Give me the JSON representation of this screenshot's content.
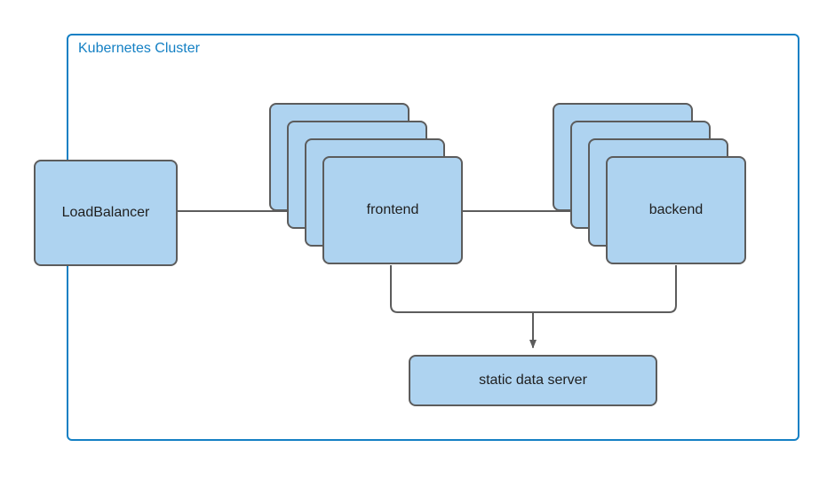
{
  "diagram": {
    "title_label": "Kubernetes Cluster",
    "colors": {
      "cluster_border": "#1480c4",
      "cluster_label_text": "#1480c4",
      "node_fill": "#aed3f0",
      "node_border": "#5c5c5c",
      "node_text": "#1f1f1f",
      "connector": "#5c5c5c",
      "background": "#ffffff"
    },
    "nodes": [
      {
        "id": "loadbalancer",
        "label": "LoadBalancer",
        "shape": "rounded-rect",
        "replicas": 1,
        "inside_cluster": false
      },
      {
        "id": "frontend",
        "label": "frontend",
        "shape": "stacked-rounded-rect",
        "replicas": 4,
        "inside_cluster": true
      },
      {
        "id": "backend",
        "label": "backend",
        "shape": "stacked-rounded-rect",
        "replicas": 4,
        "inside_cluster": true
      },
      {
        "id": "static-data-server",
        "label": "static data server",
        "shape": "rounded-rect",
        "replicas": 1,
        "inside_cluster": true
      }
    ],
    "edges": [
      {
        "from": "loadbalancer",
        "to": "frontend",
        "arrow": true,
        "style": "orthogonal"
      },
      {
        "from": "frontend",
        "to": "backend",
        "arrow": true,
        "style": "orthogonal"
      },
      {
        "from": "frontend",
        "to": "static-data-server",
        "arrow": true,
        "style": "orthogonal"
      },
      {
        "from": "backend",
        "to": "static-data-server",
        "arrow": true,
        "style": "orthogonal"
      }
    ]
  }
}
